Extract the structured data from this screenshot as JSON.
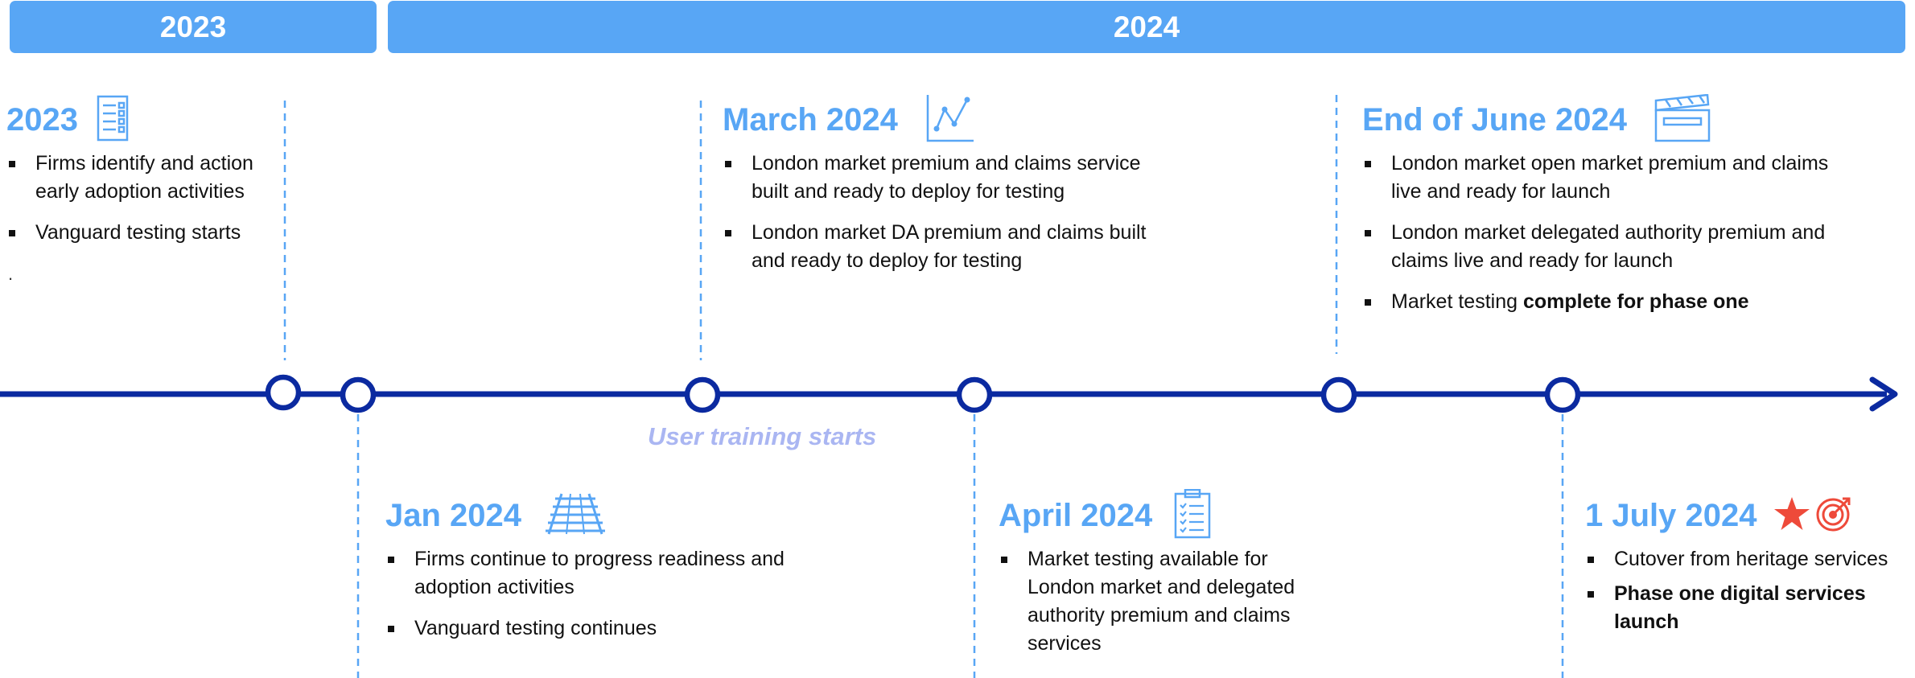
{
  "years": [
    {
      "label": "2023"
    },
    {
      "label": "2024"
    }
  ],
  "milestones": {
    "m2023": {
      "title": "2023",
      "items": [
        "Firms identify and action early adoption activities",
        "Vanguard testing starts"
      ],
      "trailing_mark": ".",
      "icon": "checklist-icon"
    },
    "march": {
      "title": "March 2024",
      "items": [
        "London market premium and claims service built and ready to deploy for testing",
        "London market DA premium and claims built and ready to deploy for testing"
      ],
      "icon": "line-chart-icon"
    },
    "june": {
      "title": "End of June 2024",
      "items": [
        "London market open market premium and claims live and ready for launch",
        "London market delegated authority premium and claims live and ready for launch"
      ],
      "item3_prefix": "Market testing ",
      "item3_bold": "complete for phase one",
      "icon": "clapperboard-icon"
    },
    "jan": {
      "title": "Jan 2024",
      "items": [
        "Firms continue to progress readiness and adoption activities",
        "Vanguard testing continues"
      ],
      "icon": "railway-track-icon"
    },
    "april": {
      "title": "April 2024",
      "items": [
        "Market testing available for London market and delegated authority premium and claims services"
      ],
      "icon": "clipboard-checklist-icon"
    },
    "july": {
      "title": "1 July 2024",
      "items": [
        "Cutover from heritage services"
      ],
      "item2_bold": "Phase one digital services launch",
      "icons": [
        "star-icon",
        "target-icon"
      ]
    }
  },
  "annotation": "User training starts",
  "colors": {
    "year_bar": "#58a6f5",
    "title": "#58a6f5",
    "timeline": "#0b2aa0",
    "connector": "#58a6f5",
    "annotation": "#aab6f2",
    "star": "#ee4a3a"
  }
}
